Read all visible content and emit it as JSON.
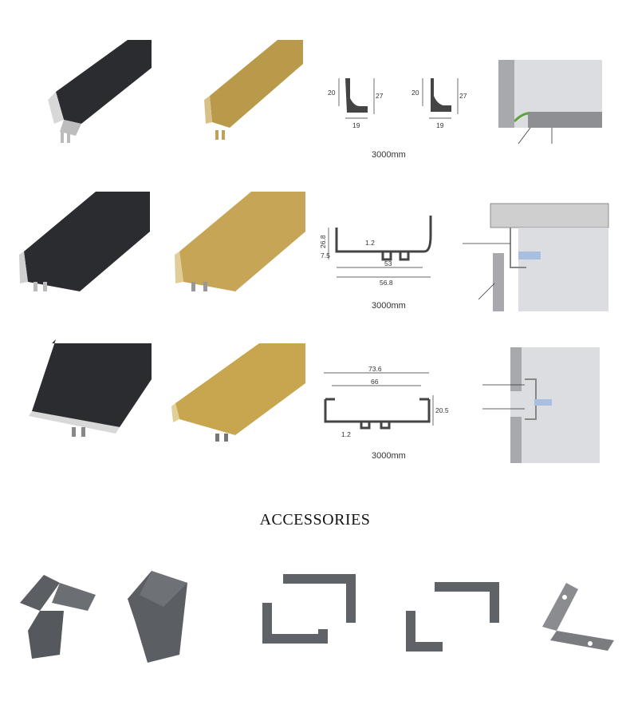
{
  "rows": [
    {
      "length": "3000mm",
      "dims": {
        "left_h": "20",
        "right_h": "27",
        "bottom_w": "19"
      },
      "dims_b": {
        "left_h": "20",
        "right_h": "27",
        "bottom_w": "19"
      }
    },
    {
      "length": "3000mm",
      "dims": {
        "h1": "26.8",
        "h2": "7.5",
        "t": "1.2",
        "w1": "53",
        "w2": "56.8"
      }
    },
    {
      "length": "3000mm",
      "dims": {
        "w_outer": "73.6",
        "w_inner": "66",
        "h": "20.5",
        "t": "1.2"
      }
    }
  ],
  "section_title": "ACCESSORIES",
  "colors": {
    "black": "#26282b",
    "gold": "#b8963e",
    "gray_accessory": "#5b5e63",
    "panel": "#dcdde0"
  }
}
